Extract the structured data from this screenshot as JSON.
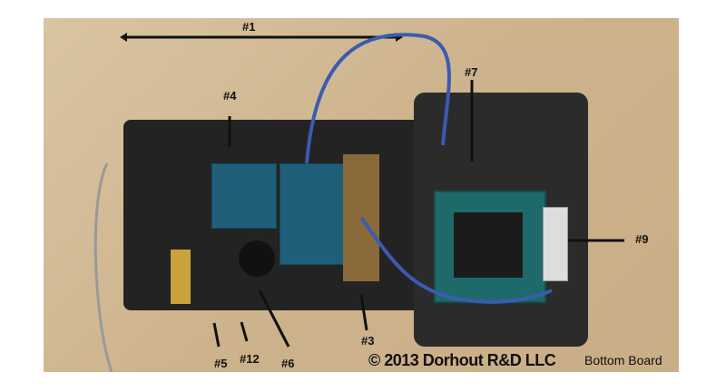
{
  "labels": {
    "l1": "#1",
    "l3": "#3",
    "l4": "#4",
    "l5": "#5",
    "l6": "#6",
    "l7": "#7",
    "l9": "#9",
    "l12": "#12"
  },
  "copyright": "© 2013 Dorhout R&D LLC",
  "caption": "Bottom Board"
}
